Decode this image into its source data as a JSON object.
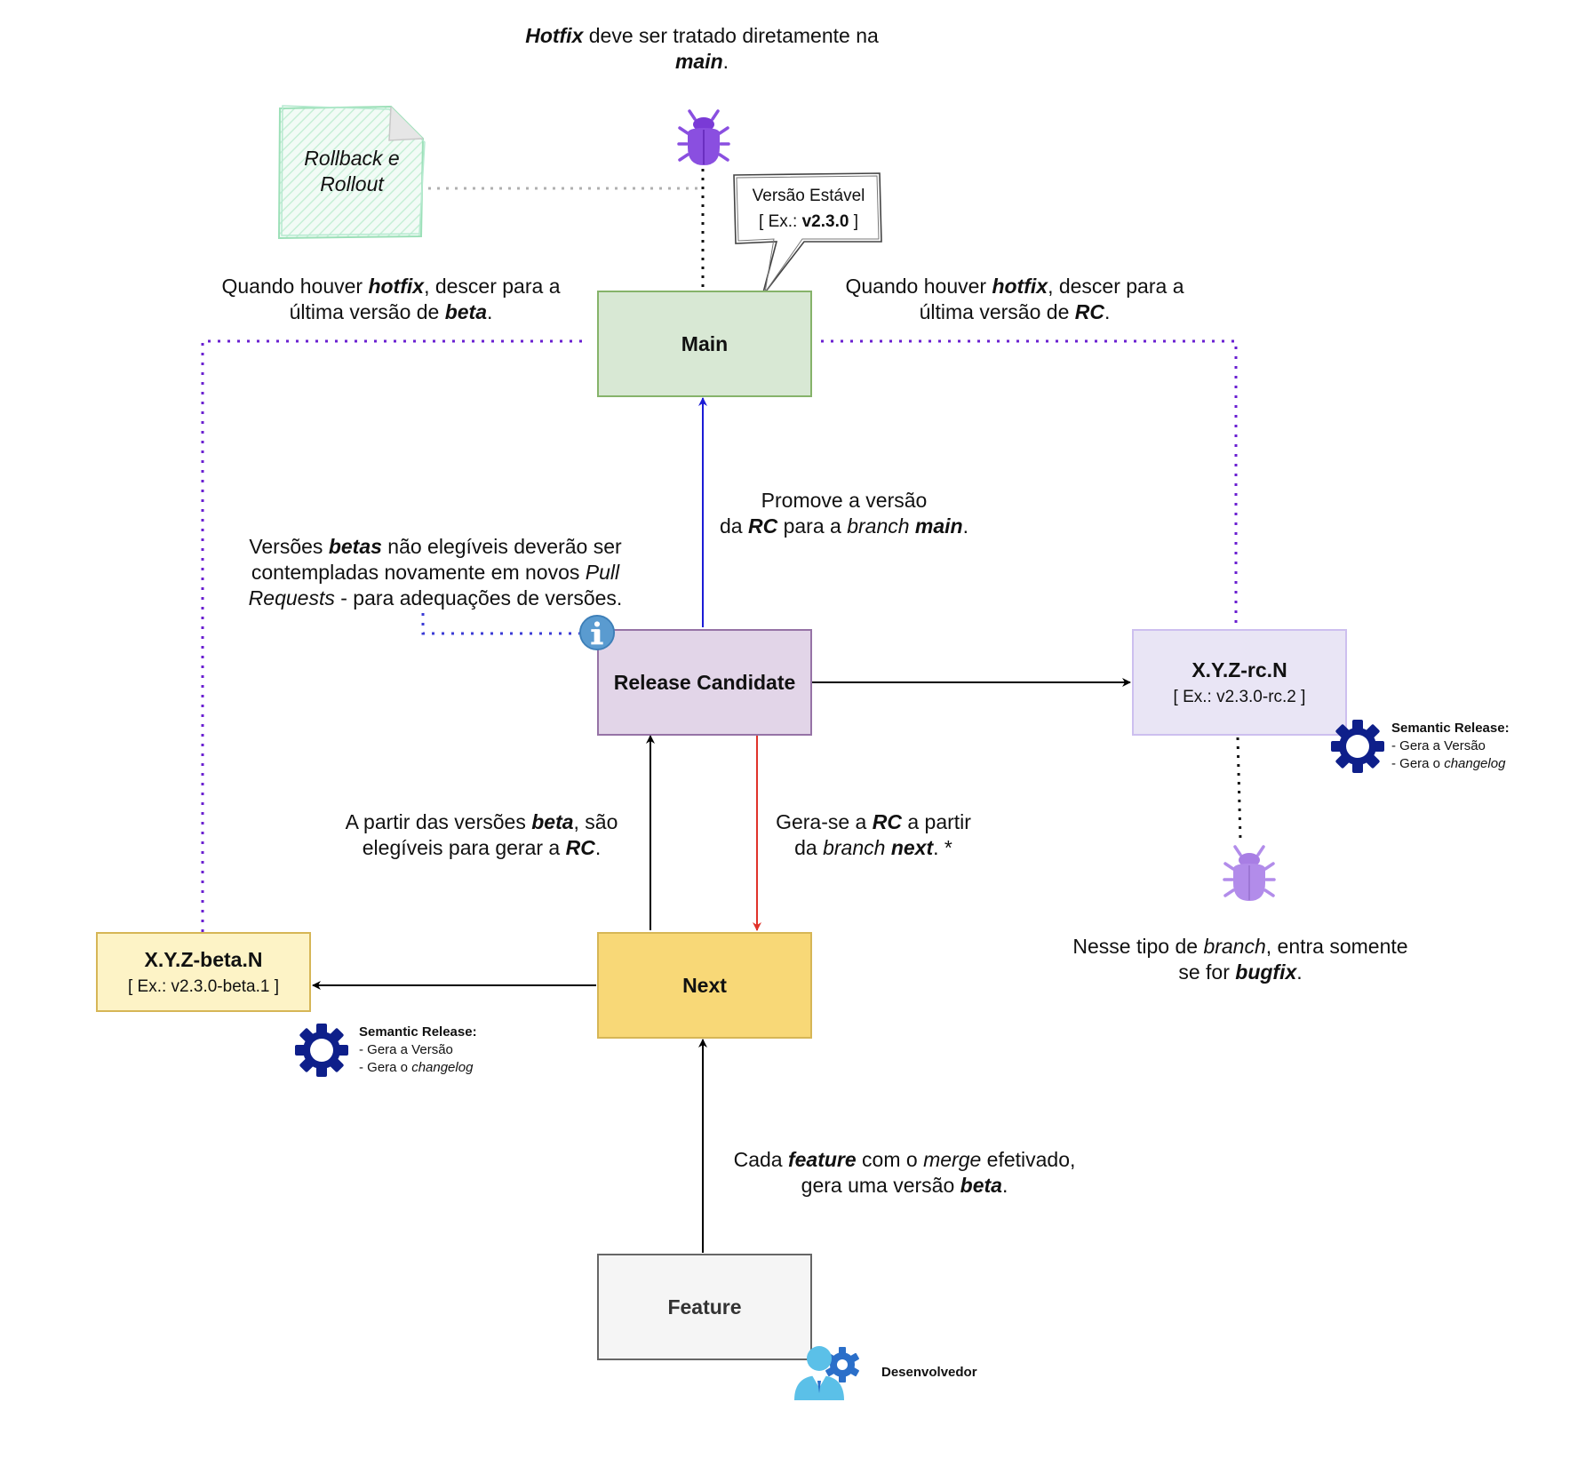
{
  "nodes": {
    "main": "Main",
    "release_candidate": "Release Candidate",
    "next": "Next",
    "feature": "Feature",
    "rc": {
      "title": "X.Y.Z-rc.N",
      "example": "[ Ex.: v2.3.0-rc.2 ]"
    },
    "beta": {
      "title": "X.Y.Z-beta.N",
      "example": "[ Ex.: v2.3.0-beta.1 ]"
    }
  },
  "callout": {
    "line1": "Versão Estável",
    "ex_prefix": "[ Ex.: ",
    "ex_value": "v2.3.0",
    "ex_suffix": " ]"
  },
  "note": {
    "line1": "Rollback e",
    "line2": "Rollout"
  },
  "texts": {
    "hotfix_top": {
      "a": "Hotfix",
      "b": " deve ser tratado diretamente na",
      "c": "main",
      "d": "."
    },
    "hotfix_left": {
      "a": "Quando houver ",
      "b": "hotfix",
      "c": ", descer para a",
      "d": "última versão de ",
      "e": "beta",
      "f": "."
    },
    "hotfix_right": {
      "a": "Quando houver ",
      "b": "hotfix",
      "c": ", descer para a",
      "d": "última versão de ",
      "e": "RC",
      "f": "."
    },
    "promote": {
      "a": "Promove a versão",
      "b": "da  ",
      "c": "RC",
      "d": " para a ",
      "e": "branch",
      "f": " ",
      "g": "main",
      "h": "."
    },
    "betas_note": {
      "a": "Versões ",
      "b": "betas",
      "c": " não elegíveis deverão ser",
      "d": "contempladas novamente em novos ",
      "e": "Pull",
      "f": "Requests",
      "g": " - para adequações de versões."
    },
    "eligible": {
      "a": "A partir das versões ",
      "b": "beta",
      "c": ", são",
      "d": "elegíveis para gerar a ",
      "e": "RC",
      "f": "."
    },
    "generate_rc": {
      "a": "Gera-se a ",
      "b": "RC",
      "c": " a partir",
      "d": "da ",
      "e": "branch",
      "f": " ",
      "g": "next",
      "h": ". *"
    },
    "bugfix": {
      "a": "Nesse tipo de ",
      "b": "branch",
      "c": ", entra somente",
      "d": "se for ",
      "e": "bugfix",
      "f": "."
    },
    "feature_merge": {
      "a": "Cada ",
      "b": "feature",
      "c": " com o ",
      "d": "merge",
      "e": " efetivado,",
      "f": "gera uma versão ",
      "g": "beta",
      "h": "."
    }
  },
  "semantic_release": {
    "title": "Semantic Release:",
    "l1": "- Gera a Versão",
    "l2_prefix": "- Gera o ",
    "l2_em": "changelog"
  },
  "developer_label": "Desenvolvedor",
  "icons": [
    "bug-icon",
    "gear-icon",
    "info-icon",
    "developer-gear-icon"
  ],
  "colors": {
    "main_fill": "#d8e8d4",
    "main_border": "#86b36a",
    "rc_fill": "#e2d5e8",
    "rc_border": "#9673a6",
    "rcn_fill": "#e9e5f5",
    "rcn_border": "#cdbfef",
    "next_fill": "#f8d877",
    "next_border": "#d6b656",
    "beta_fill": "#fdf3c6",
    "beta_border": "#d6b656",
    "feature_fill": "#f5f5f5",
    "feature_border": "#666666",
    "note_stroke": "#9ce0b8",
    "purple_dotted": "#6a1fd1",
    "promote_arrow": "#1c1cd6",
    "generate_arrow": "#e0322a",
    "gear": "#0e1f8a",
    "bug": "#8a4fe0",
    "info": "#5a9bd0"
  }
}
